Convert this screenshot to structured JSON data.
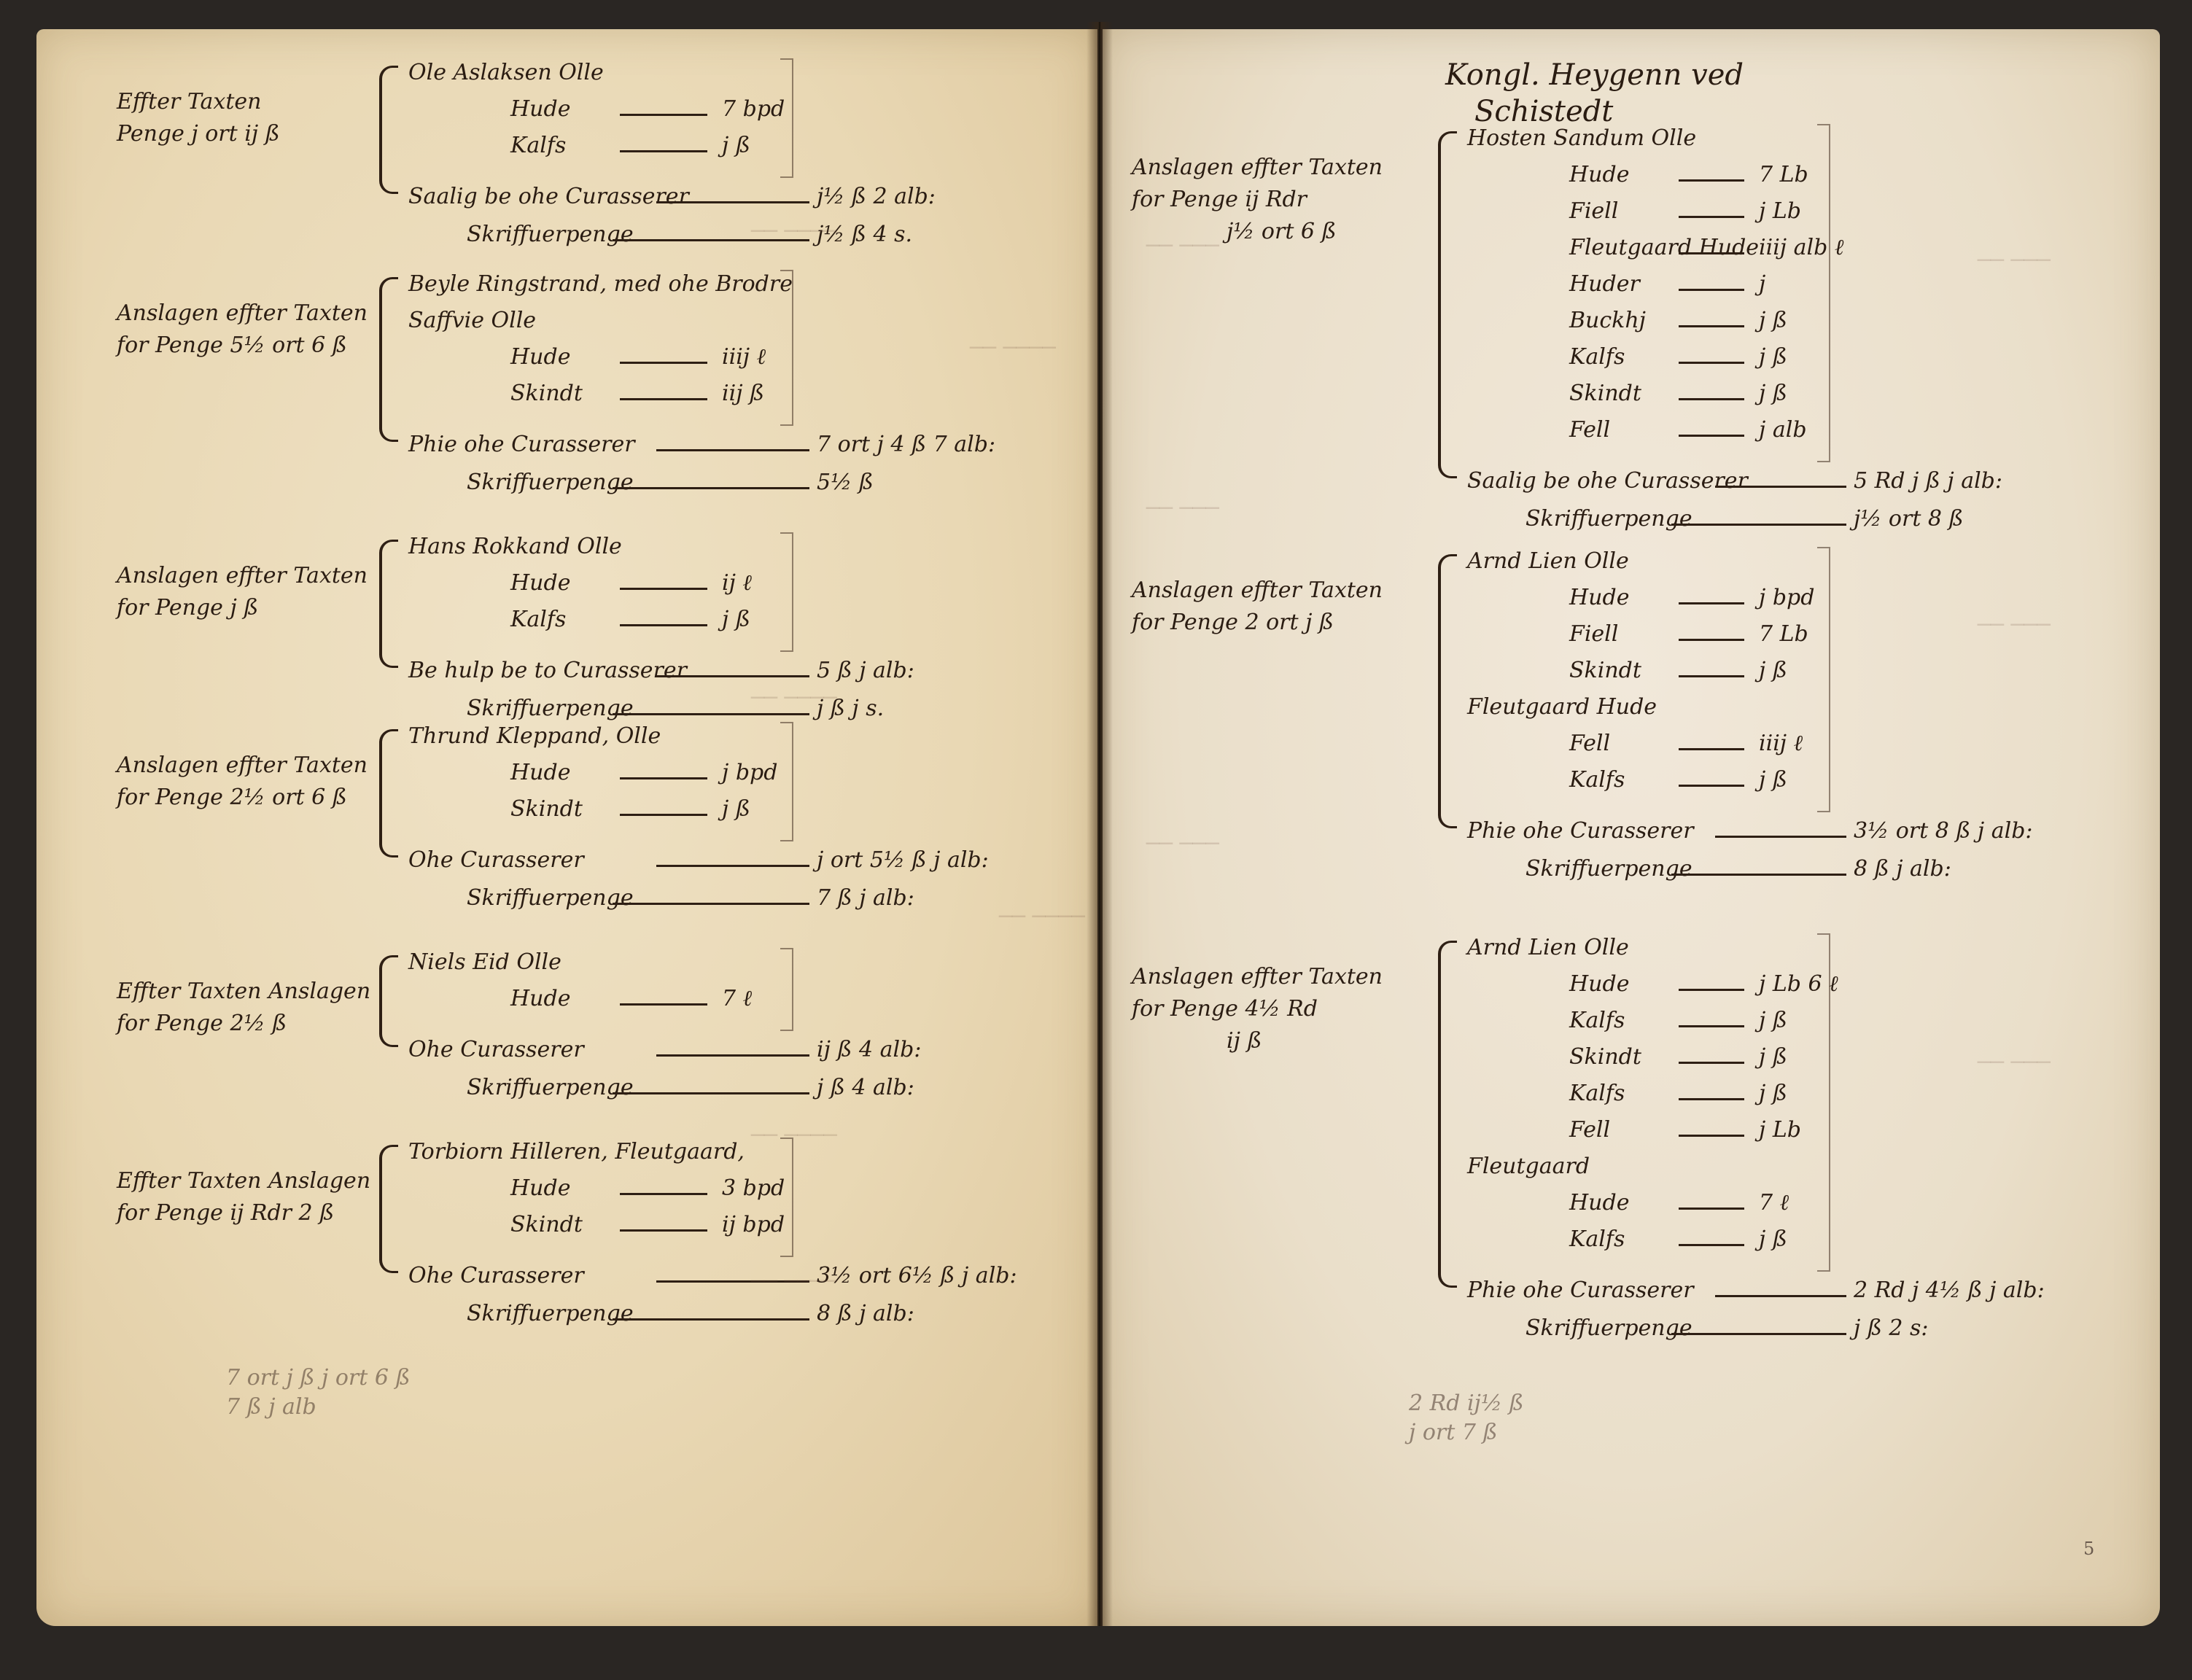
{
  "left_page": {
    "entries": [
      {
        "intro": [
          "Effter Taxten",
          "Penge j ort ij ß"
        ],
        "items": [
          {
            "name": "Ole Aslaksen Olle",
            "value": ""
          },
          {
            "name": "Hude",
            "value": "7 bpd"
          },
          {
            "name": "Kalfs",
            "value": "j ß"
          }
        ],
        "totals": [
          {
            "name": "Saalig be ohe Curasserer",
            "value": "j½ ß 2 alb:"
          },
          {
            "name": "Skriffuerpenge",
            "value": "j½ ß 4 s."
          }
        ]
      },
      {
        "intro": [
          "Anslagen effter Taxten",
          "for Penge 5½ ort 6 ß"
        ],
        "items": [
          {
            "name": "Beyle Ringstrand, med ohe Brodre",
            "value": ""
          },
          {
            "name": "Saffvie Olle",
            "value": ""
          },
          {
            "name": "Hude",
            "value": "iiij ℓ"
          },
          {
            "name": "Skindt",
            "value": "iij ß"
          }
        ],
        "totals": [
          {
            "name": "Phie ohe Curasserer",
            "value": "7 ort j 4 ß 7 alb:"
          },
          {
            "name": "Skriffuerpenge",
            "value": "5½ ß"
          }
        ]
      },
      {
        "intro": [
          "Anslagen effter Taxten",
          "for Penge j ß"
        ],
        "items": [
          {
            "name": "Hans Rokkand Olle",
            "value": ""
          },
          {
            "name": "Hude",
            "value": "ij ℓ"
          },
          {
            "name": "Kalfs",
            "value": "j ß"
          }
        ],
        "totals": [
          {
            "name": "Be hulp be to Curasserer",
            "value": "5 ß j alb:"
          },
          {
            "name": "Skriffuerpenge",
            "value": "j ß j s."
          }
        ]
      },
      {
        "intro": [
          "Anslagen effter Taxten",
          "for Penge 2½ ort 6 ß"
        ],
        "items": [
          {
            "name": "Thrund Kleppand, Olle",
            "value": ""
          },
          {
            "name": "Hude",
            "value": "j bpd"
          },
          {
            "name": "Skindt",
            "value": "j ß"
          }
        ],
        "totals": [
          {
            "name": "Ohe Curasserer",
            "value": "j ort 5½ ß j alb:"
          },
          {
            "name": "Skriffuerpenge",
            "value": "7 ß j alb:"
          }
        ]
      },
      {
        "intro": [
          "Effter Taxten Anslagen",
          "for Penge 2½ ß"
        ],
        "items": [
          {
            "name": "Niels Eid Olle",
            "value": ""
          },
          {
            "name": "Hude",
            "value": "7 ℓ"
          }
        ],
        "totals": [
          {
            "name": "Ohe Curasserer",
            "value": "ij ß 4 alb:"
          },
          {
            "name": "Skriffuerpenge",
            "value": "j ß 4 alb:"
          }
        ]
      },
      {
        "intro": [
          "Effter Taxten Anslagen",
          "for Penge ij Rdr 2 ß"
        ],
        "items": [
          {
            "name": "Torbiorn Hilleren, Fleutgaard,",
            "value": ""
          },
          {
            "name": "Hude",
            "value": "3 bpd"
          },
          {
            "name": "Skindt",
            "value": "ij bpd"
          }
        ],
        "totals": [
          {
            "name": "Ohe Curasserer",
            "value": "3½ ort 6½ ß j alb:"
          },
          {
            "name": "Skriffuerpenge",
            "value": "8 ß j alb:"
          }
        ]
      }
    ],
    "footer_lines": [
      "7 ort j ß j ort 6 ß",
      "7 ß j alb"
    ]
  },
  "right_page": {
    "heading": [
      "Kongl. Heygenn ved",
      "Schistedt"
    ],
    "entries": [
      {
        "intro": [
          "Anslagen effter Taxten",
          "for Penge ij Rdr",
          "j½ ort 6 ß"
        ],
        "items": [
          {
            "name": "Hosten Sandum Olle",
            "value": ""
          },
          {
            "name": "Hude",
            "value": "7 Lb"
          },
          {
            "name": "Fiell",
            "value": "j Lb"
          },
          {
            "name": "Fleutgaard Hude",
            "value": "iiij alb ℓ"
          },
          {
            "name": "Huder",
            "value": "j"
          },
          {
            "name": "Buckhj",
            "value": "j ß"
          },
          {
            "name": "Kalfs",
            "value": "j ß"
          },
          {
            "name": "Skindt",
            "value": "j ß"
          },
          {
            "name": "Fell",
            "value": "j alb"
          }
        ],
        "totals": [
          {
            "name": "Saalig be ohe Curasserer",
            "value": "5 Rd j ß j alb:"
          },
          {
            "name": "Skriffuerpenge",
            "value": "j½ ort 8 ß"
          }
        ]
      },
      {
        "intro": [
          "Anslagen effter Taxten",
          "for Penge 2 ort j ß"
        ],
        "items": [
          {
            "name": "Arnd Lien Olle",
            "value": ""
          },
          {
            "name": "Hude",
            "value": "j bpd"
          },
          {
            "name": "Fiell",
            "value": "7 Lb"
          },
          {
            "name": "Skindt",
            "value": "j ß"
          },
          {
            "name": "Fleutgaard Hude",
            "value": ""
          },
          {
            "name": "Fell",
            "value": "iiij ℓ"
          },
          {
            "name": "Kalfs",
            "value": "j ß"
          }
        ],
        "totals": [
          {
            "name": "Phie ohe Curasserer",
            "value": "3½ ort 8 ß j alb:"
          },
          {
            "name": "Skriffuerpenge",
            "value": "8 ß j alb:"
          }
        ]
      },
      {
        "intro": [
          "Anslagen effter Taxten",
          "for Penge 4½ Rd",
          "ij ß"
        ],
        "items": [
          {
            "name": "Arnd Lien Olle",
            "value": ""
          },
          {
            "name": "Hude",
            "value": "j Lb 6 ℓ"
          },
          {
            "name": "Kalfs",
            "value": "j ß"
          },
          {
            "name": "Skindt",
            "value": "j ß"
          },
          {
            "name": "Kalfs",
            "value": "j ß"
          },
          {
            "name": "Fell",
            "value": "j Lb"
          },
          {
            "name": "Fleutgaard",
            "value": ""
          },
          {
            "name": "Hude",
            "value": "7 ℓ"
          },
          {
            "name": "Kalfs",
            "value": "j ß"
          }
        ],
        "totals": [
          {
            "name": "Phie ohe Curasserer",
            "value": "2 Rd j 4½ ß j alb:"
          },
          {
            "name": "Skriffuerpenge",
            "value": "j ß 2 s:"
          }
        ]
      }
    ],
    "footer_lines": [
      "2 Rd ij½ ß",
      "j ort 7 ß"
    ]
  },
  "page_number": "5"
}
